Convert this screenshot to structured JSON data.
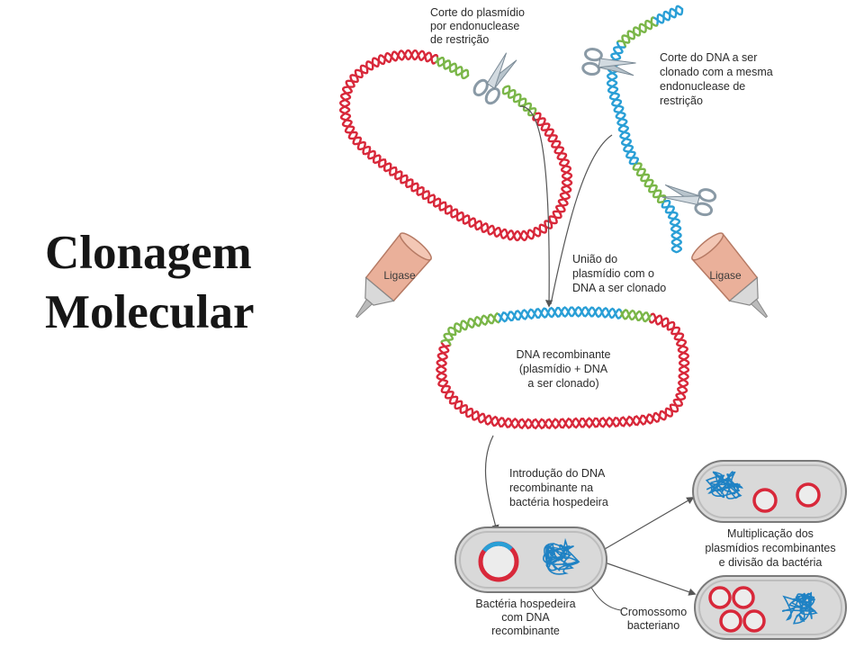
{
  "title": {
    "line1": "Clonagem",
    "line2": "Molecular"
  },
  "labels": {
    "cut_plasmid": [
      "Corte do plasmídio",
      "por endonuclease",
      "de restrição"
    ],
    "cut_dna": [
      "Corte do DNA a ser",
      "clonado com a mesma",
      "endonuclease de",
      "restrição"
    ],
    "union": [
      "União do",
      "plasmídio com o",
      "DNA a ser clonado"
    ],
    "recombinant": [
      "DNA recombinante",
      "(plasmídio + DNA",
      "a ser clonado)"
    ],
    "introduction": [
      "Introdução do DNA",
      "recombinante na",
      "bactéria hospedeira"
    ],
    "host_bacterium": [
      "Bactéria hospedeira",
      "com DNA",
      "recombinante"
    ],
    "chromosome": [
      "Cromossomo",
      "bacteriano"
    ],
    "multiplication": [
      "Multiplicação dos",
      "plasmídios recombinantes",
      "e divisão da bactéria"
    ]
  },
  "ligase_label": "Ligase",
  "colors": {
    "plasmid": "#d8283a",
    "dna_insert": "#2a9fd6",
    "sticky_end": "#7ab648",
    "chromosome": "#1f82c4",
    "bacterium_fill": "#d9d9d9",
    "bacterium_stroke": "#7a7a7a",
    "tube": "#eab09a",
    "arrow": "#555555"
  },
  "icons": {
    "scissors": "scissors-icon",
    "ligase_tube": "ligase-tube-icon"
  }
}
